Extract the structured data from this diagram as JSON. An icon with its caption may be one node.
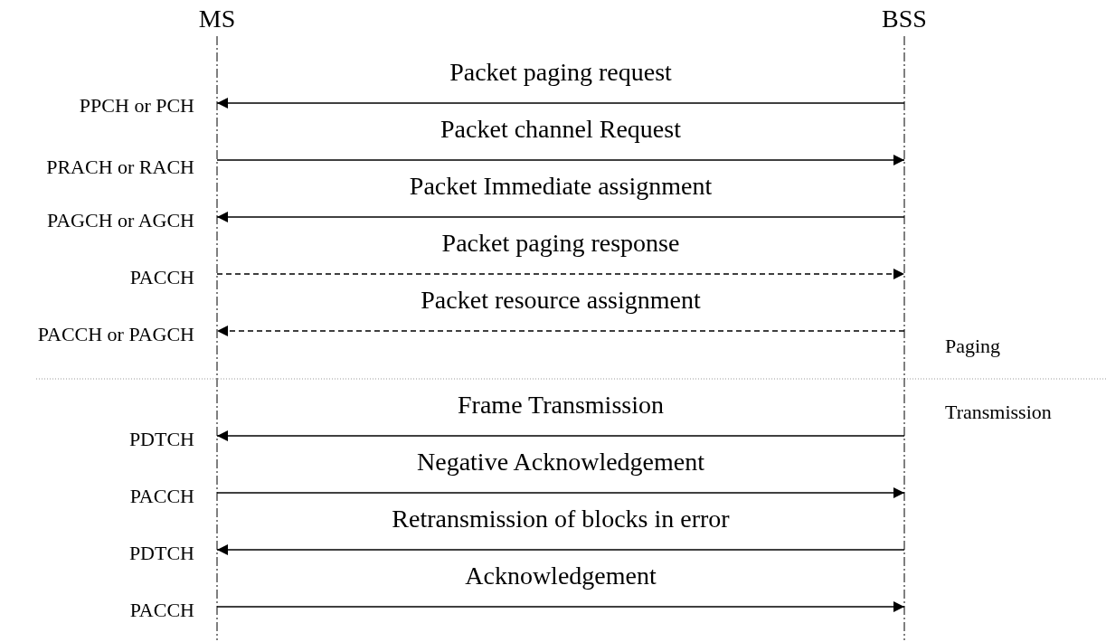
{
  "diagram": {
    "nodes": [
      {
        "text": [
          "MS"
        ]
      },
      {
        "text": [
          "BSS"
        ]
      }
    ],
    "edges": [
      {
        "from": 1,
        "to": 0,
        "arrow": "to",
        "label": "Packet paging request"
      },
      {
        "from": 0,
        "to": 1,
        "arrow": "to",
        "label": "Packet channel Request"
      },
      {
        "from": 1,
        "to": 0,
        "arrow": "to",
        "label": "Packet Immediate assignment"
      },
      {
        "from": 0,
        "to": 1,
        "arrow": "to",
        "label": "Packet paging response",
        "style": "dashed"
      },
      {
        "from": 1,
        "to": 0,
        "arrow": "to",
        "label": "Packet resource assignment",
        "style": "dashed"
      },
      {
        "from": 1,
        "to": 0,
        "arrow": "to",
        "label": "Frame Transmission"
      },
      {
        "from": 0,
        "to": 1,
        "arrow": "to",
        "label": "Negative Acknowledgement"
      },
      {
        "from": 1,
        "to": 0,
        "arrow": "to",
        "label": "Retransmission of blocks in error"
      },
      {
        "from": 0,
        "to": 1,
        "arrow": "to",
        "label": "Acknowledgement"
      }
    ],
    "labels": [
      "PPCH or PCH",
      "PRACH or RACH",
      "PAGCH or AGCH",
      "PACCH",
      "PACCH or PAGCH",
      "Paging",
      "Transmission",
      "PDTCH",
      "PACCH",
      "PDTCH",
      "PACCH"
    ]
  }
}
